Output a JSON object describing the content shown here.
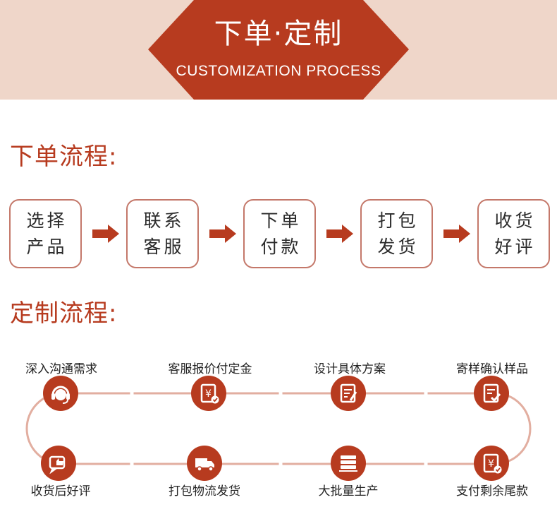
{
  "banner": {
    "title": "下单·定制",
    "subtitle": "CUSTOMIZATION PROCESS"
  },
  "order_process": {
    "title": "下单流程:",
    "steps": [
      {
        "line1": "选择",
        "line2": "产品"
      },
      {
        "line1": "联系",
        "line2": "客服"
      },
      {
        "line1": "下单",
        "line2": "付款"
      },
      {
        "line1": "打包",
        "line2": "发货"
      },
      {
        "line1": "收货",
        "line2": "好评"
      }
    ]
  },
  "custom_process": {
    "title": "定制流程:",
    "top_steps": [
      {
        "label": "深入沟通需求",
        "icon": "headset-icon"
      },
      {
        "label": "客服报价付定金",
        "icon": "price-document-icon"
      },
      {
        "label": "设计具体方案",
        "icon": "design-document-icon"
      },
      {
        "label": "寄样确认样品",
        "icon": "sample-confirm-icon"
      }
    ],
    "bottom_steps": [
      {
        "label": "收货后好评",
        "icon": "thumbs-up-icon"
      },
      {
        "label": "打包物流发货",
        "icon": "delivery-truck-icon"
      },
      {
        "label": "大批量生产",
        "icon": "production-stack-icon"
      },
      {
        "label": "支付剩余尾款",
        "icon": "payment-document-icon"
      }
    ]
  },
  "colors": {
    "accent": "#b73b1f",
    "banner_bg": "#efd6c9",
    "line": "#e2aea0",
    "step_border": "#c4786a"
  }
}
